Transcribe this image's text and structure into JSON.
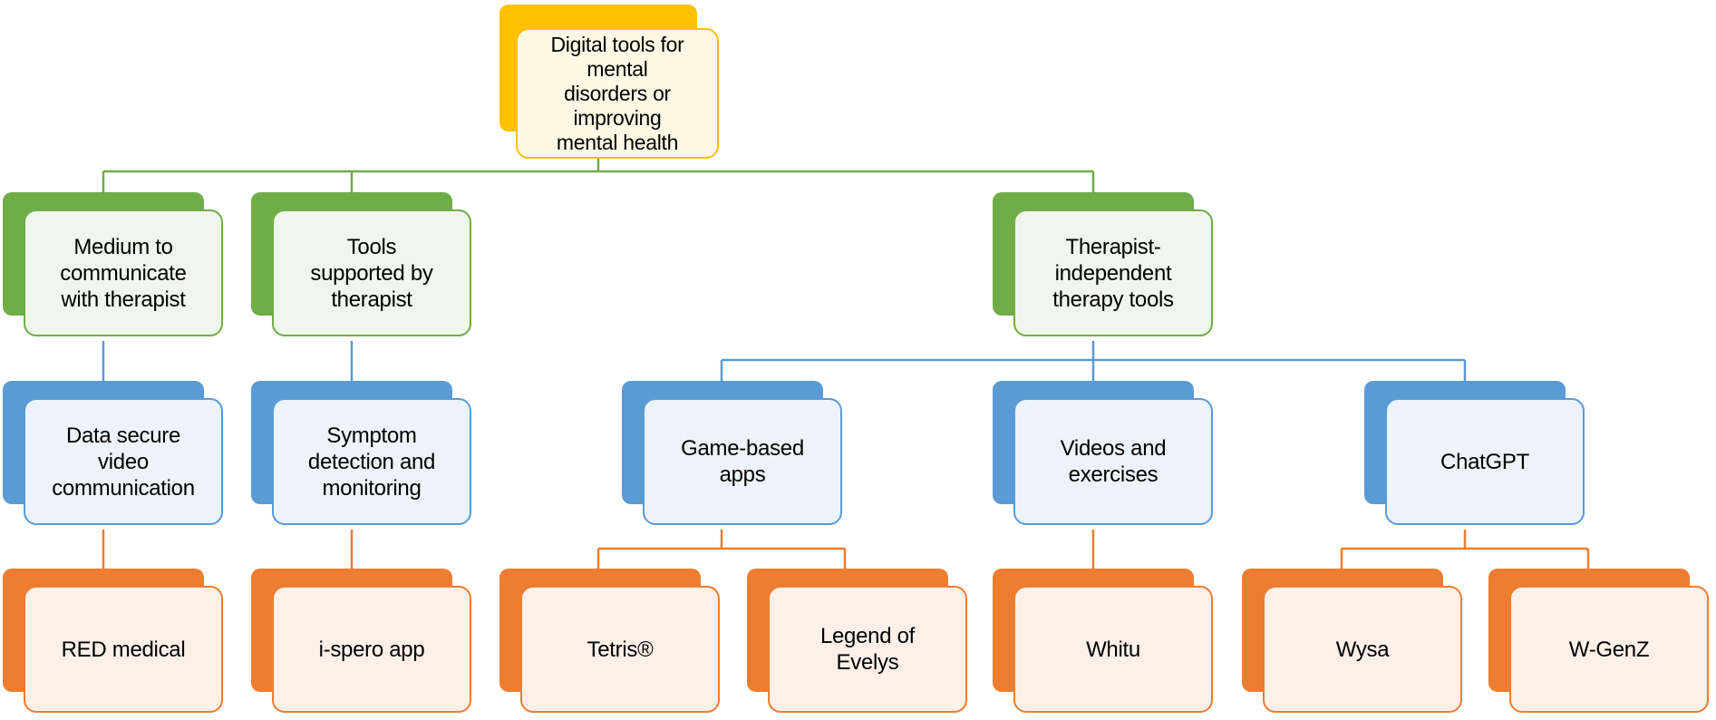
{
  "colors": {
    "root": {
      "back": "#FFC000",
      "front_bg": "#FFF8E5",
      "border": "#FFC000",
      "line": "#70AD47"
    },
    "green": {
      "back": "#70AD47",
      "front_bg": "#F0F6EC",
      "border": "#70AD47"
    },
    "blue": {
      "back": "#5B9BD5",
      "front_bg": "#EDF3FA",
      "border": "#5B9BD5"
    },
    "orange": {
      "back": "#ED7D31",
      "front_bg": "#FDF0E8",
      "border": "#ED7D31"
    }
  },
  "root": {
    "label": "Digital tools for\nmental\ndisorders or\nimproving\nmental health"
  },
  "categories": [
    {
      "label": "Medium to\ncommunicate\nwith therapist"
    },
    {
      "label": "Tools\nsupported by\ntherapist"
    },
    {
      "label": "Therapist-\nindependent\ntherapy tools"
    }
  ],
  "subcategories": [
    {
      "label": "Data secure\nvideo\ncommunication"
    },
    {
      "label": "Symptom\ndetection and\nmonitoring"
    },
    {
      "label": "Game-based\napps"
    },
    {
      "label": "Videos and\nexercises"
    },
    {
      "label": "ChatGPT"
    }
  ],
  "examples": [
    {
      "label": "RED medical"
    },
    {
      "label": "i-spero app"
    },
    {
      "label": "Tetris®"
    },
    {
      "label": "Legend of\nEvelys"
    },
    {
      "label": "Whitu"
    },
    {
      "label": "Wysa"
    },
    {
      "label": "W-GenZ"
    }
  ]
}
